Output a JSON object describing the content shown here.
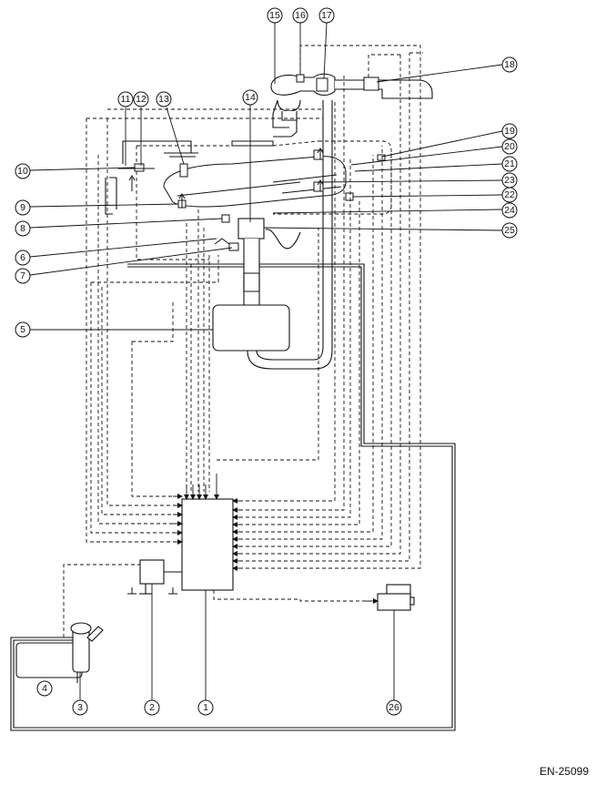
{
  "figure": {
    "code": "EN-25099"
  },
  "callouts": [
    {
      "id": "c1",
      "num": "1"
    },
    {
      "id": "c2",
      "num": "2"
    },
    {
      "id": "c3",
      "num": "3"
    },
    {
      "id": "c4",
      "num": "4"
    },
    {
      "id": "c5",
      "num": "5"
    },
    {
      "id": "c6",
      "num": "6"
    },
    {
      "id": "c7",
      "num": "7"
    },
    {
      "id": "c8",
      "num": "8"
    },
    {
      "id": "c9",
      "num": "9"
    },
    {
      "id": "c10",
      "num": "10"
    },
    {
      "id": "c11",
      "num": "11"
    },
    {
      "id": "c12",
      "num": "12"
    },
    {
      "id": "c13",
      "num": "13"
    },
    {
      "id": "c14",
      "num": "14"
    },
    {
      "id": "c15",
      "num": "15"
    },
    {
      "id": "c16",
      "num": "16"
    },
    {
      "id": "c17",
      "num": "17"
    },
    {
      "id": "c18",
      "num": "18"
    },
    {
      "id": "c19",
      "num": "19"
    },
    {
      "id": "c20",
      "num": "20"
    },
    {
      "id": "c21",
      "num": "21"
    },
    {
      "id": "c22",
      "num": "22"
    },
    {
      "id": "c23",
      "num": "23"
    },
    {
      "id": "c24",
      "num": "24"
    },
    {
      "id": "c25",
      "num": "25"
    },
    {
      "id": "c26",
      "num": "26"
    }
  ]
}
